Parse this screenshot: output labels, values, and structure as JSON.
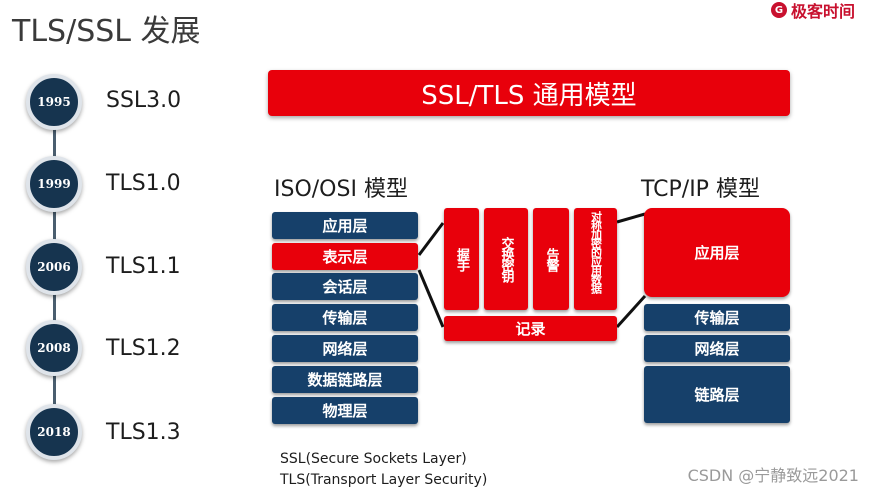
{
  "title": "TLS/SSL 发展",
  "logo": {
    "text": "极客时间",
    "mark": "G"
  },
  "timeline": [
    {
      "year": "1995",
      "version": "SSL3.0"
    },
    {
      "year": "1999",
      "version": "TLS1.0"
    },
    {
      "year": "2006",
      "version": "TLS1.1"
    },
    {
      "year": "2008",
      "version": "TLS1.2"
    },
    {
      "year": "2018",
      "version": "TLS1.3"
    }
  ],
  "banner": "SSL/TLS 通用模型",
  "iso_osi": {
    "title": "ISO/OSI 模型",
    "layers": [
      "应用层",
      "表示层",
      "会话层",
      "传输层",
      "网络层",
      "数据链路层",
      "物理层"
    ]
  },
  "tls_model": {
    "protocols": [
      "握手",
      "交换密钥",
      "告警",
      "对称加密的应用数据"
    ],
    "record": "记录"
  },
  "tcp_ip": {
    "title": "TCP/IP 模型",
    "layers": [
      "应用层",
      "传输层",
      "网络层",
      "链路层"
    ]
  },
  "footnotes": [
    "SSL(Secure Sockets Layer)",
    "TLS(Transport Layer Security)"
  ],
  "watermark": "CSDN @宁静致远2021",
  "colors": {
    "red": "#e8000b",
    "navy": "#16406a",
    "circle": "#16344f"
  }
}
